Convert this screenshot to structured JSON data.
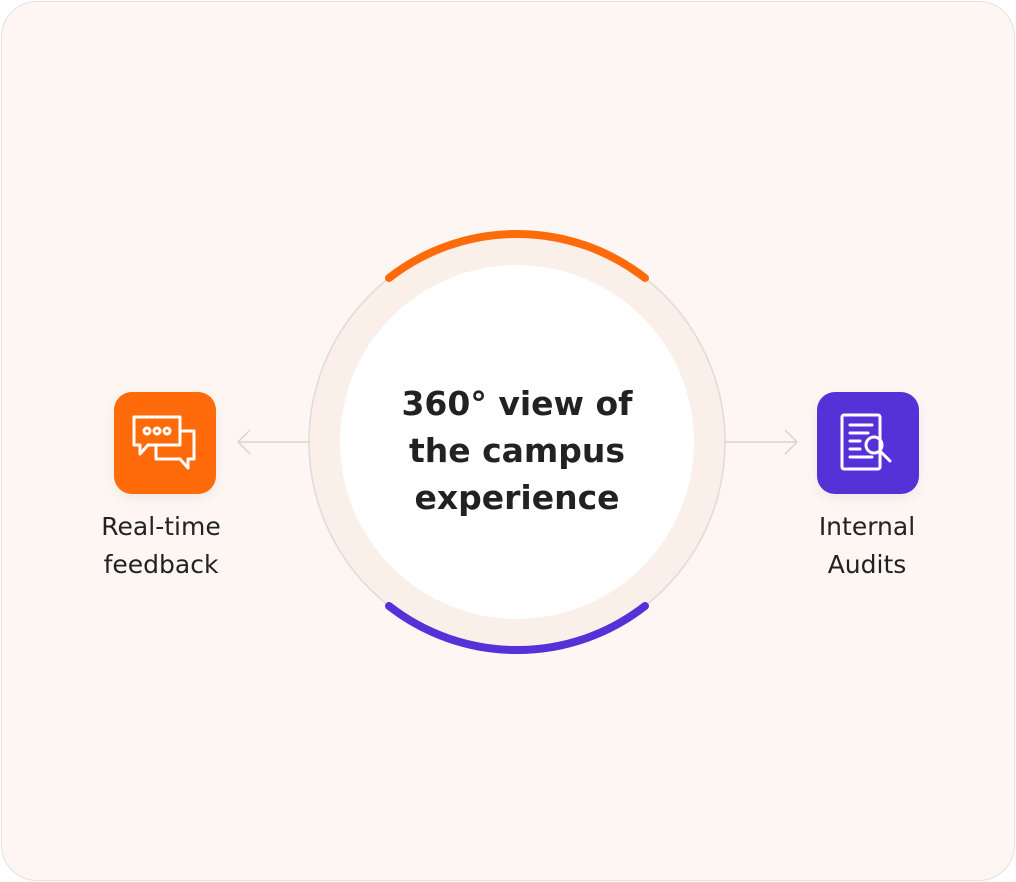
{
  "center": {
    "title_lines": [
      "360° view of",
      "the campus",
      "experience"
    ]
  },
  "left_item": {
    "icon": "chat-bubbles-icon",
    "label_lines": [
      "Real-time",
      "feedback"
    ],
    "color": "#ff6b0a"
  },
  "right_item": {
    "icon": "document-search-icon",
    "label_lines": [
      "Internal",
      "Audits"
    ],
    "color": "#5531d8"
  },
  "colors": {
    "background": "#fdf6f3",
    "arc_top": "#ff6b0a",
    "arc_bottom": "#5531d8"
  }
}
